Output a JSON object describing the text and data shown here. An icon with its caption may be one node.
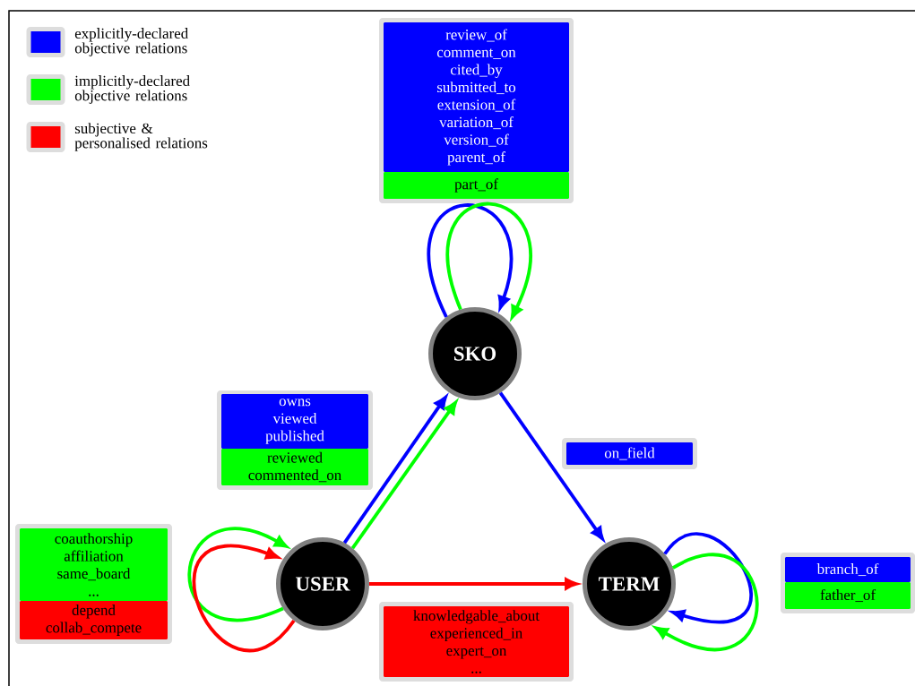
{
  "diagram": {
    "nodes": [
      {
        "text": [],
        "shape": "box"
      },
      {
        "text": [
          "review_of",
          "comment_on",
          "cited_by",
          "submitted_to",
          "extension_of",
          "variation_of",
          "version_of",
          "parent_of"
        ],
        "in": 0
      },
      {
        "text": [
          "part_of"
        ],
        "in": 0
      },
      {
        "text": [
          "SKO"
        ]
      },
      {
        "text": [],
        "shape": "box"
      },
      {
        "text": [
          "owns",
          "viewed",
          "published"
        ],
        "in": 4
      },
      {
        "text": [
          "reviewed",
          "commented_on"
        ],
        "in": 4
      },
      {
        "text": [],
        "shape": "box"
      },
      {
        "text": [
          "on_field"
        ],
        "in": 7
      },
      {
        "text": [],
        "shape": "box"
      },
      {
        "text": [
          "coauthorship",
          "affiliation",
          "same_board",
          "..."
        ],
        "in": 9
      },
      {
        "text": [
          "depend",
          "collab_compete"
        ],
        "in": 9
      },
      {
        "text": [
          "USER"
        ]
      },
      {
        "text": [
          "TERM"
        ]
      },
      {
        "text": [],
        "shape": "box"
      },
      {
        "text": [
          "branch_of"
        ],
        "in": 14
      },
      {
        "text": [
          "father_of"
        ],
        "in": 14
      },
      {
        "text": [],
        "shape": "box"
      },
      {
        "text": [
          "knowledgable_about",
          "experienced_in",
          "expert_on",
          "..."
        ],
        "in": 17
      }
    ],
    "edges": [
      {
        "from": 3,
        "to": 3,
        "arrow": "to",
        "color": "#0000ff"
      },
      {
        "from": 3,
        "to": 3,
        "arrow": "to",
        "color": "#00ff00"
      },
      {
        "from": 12,
        "to": 3,
        "arrow": "to",
        "color": "#0000ff"
      },
      {
        "from": 12,
        "to": 3,
        "arrow": "to",
        "color": "#00ff00"
      },
      {
        "from": 3,
        "to": 13,
        "arrow": "to",
        "color": "#0000ff"
      },
      {
        "from": 12,
        "to": 13,
        "arrow": "to",
        "color": "#ff0000"
      },
      {
        "from": 12,
        "to": 12,
        "arrow": "to",
        "color": "#00ff00"
      },
      {
        "from": 12,
        "to": 12,
        "arrow": "to",
        "color": "#ff0000"
      },
      {
        "from": 13,
        "to": 13,
        "arrow": "to",
        "color": "#0000ff"
      },
      {
        "from": 13,
        "to": 13,
        "arrow": "to",
        "color": "#00ff00"
      }
    ],
    "legend": [
      {
        "text": "explicitly-declared objective relations",
        "color": "#0000ff"
      },
      {
        "text": "implicitly-declared objective relations",
        "color": "#00ff00"
      },
      {
        "text": "subjective & personalised relations",
        "color": "#ff0000"
      }
    ]
  }
}
